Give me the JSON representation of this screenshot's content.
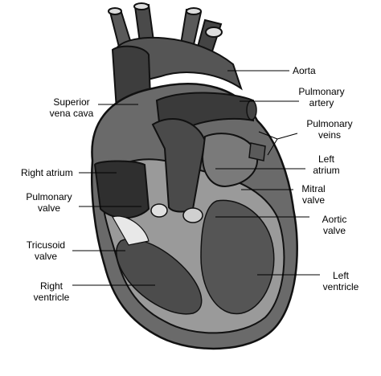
{
  "labels": {
    "aorta": "Aorta",
    "pulmonary_artery_1": "Pulmonary",
    "pulmonary_artery_2": "artery",
    "pulmonary_veins_1": "Pulmonary",
    "pulmonary_veins_2": "veins",
    "superior_vena_cava_1": "Superior",
    "superior_vena_cava_2": "vena cava",
    "left_atrium_1": "Left",
    "left_atrium_2": "atrium",
    "right_atrium": "Right atrium",
    "mitral_valve_1": "Mitral",
    "mitral_valve_2": "valve",
    "pulmonary_valve_1": "Pulmonary",
    "pulmonary_valve_2": "valve",
    "aortic_valve_1": "Aortic",
    "aortic_valve_2": "valve",
    "tricuspid_valve_1": "Tricusoid",
    "tricuspid_valve_2": "valve",
    "left_ventricle_1": "Left",
    "left_ventricle_2": "ventricle",
    "right_ventricle_1": "Right",
    "right_ventricle_2": "ventricle"
  },
  "colors": {
    "outline": "#111111",
    "dark_fill": "#3a3a3a",
    "mid_fill": "#5e5e5e",
    "light_fill": "#8a8a8a",
    "interior": "#9a9a9a",
    "highlight": "#e8e8e8"
  }
}
